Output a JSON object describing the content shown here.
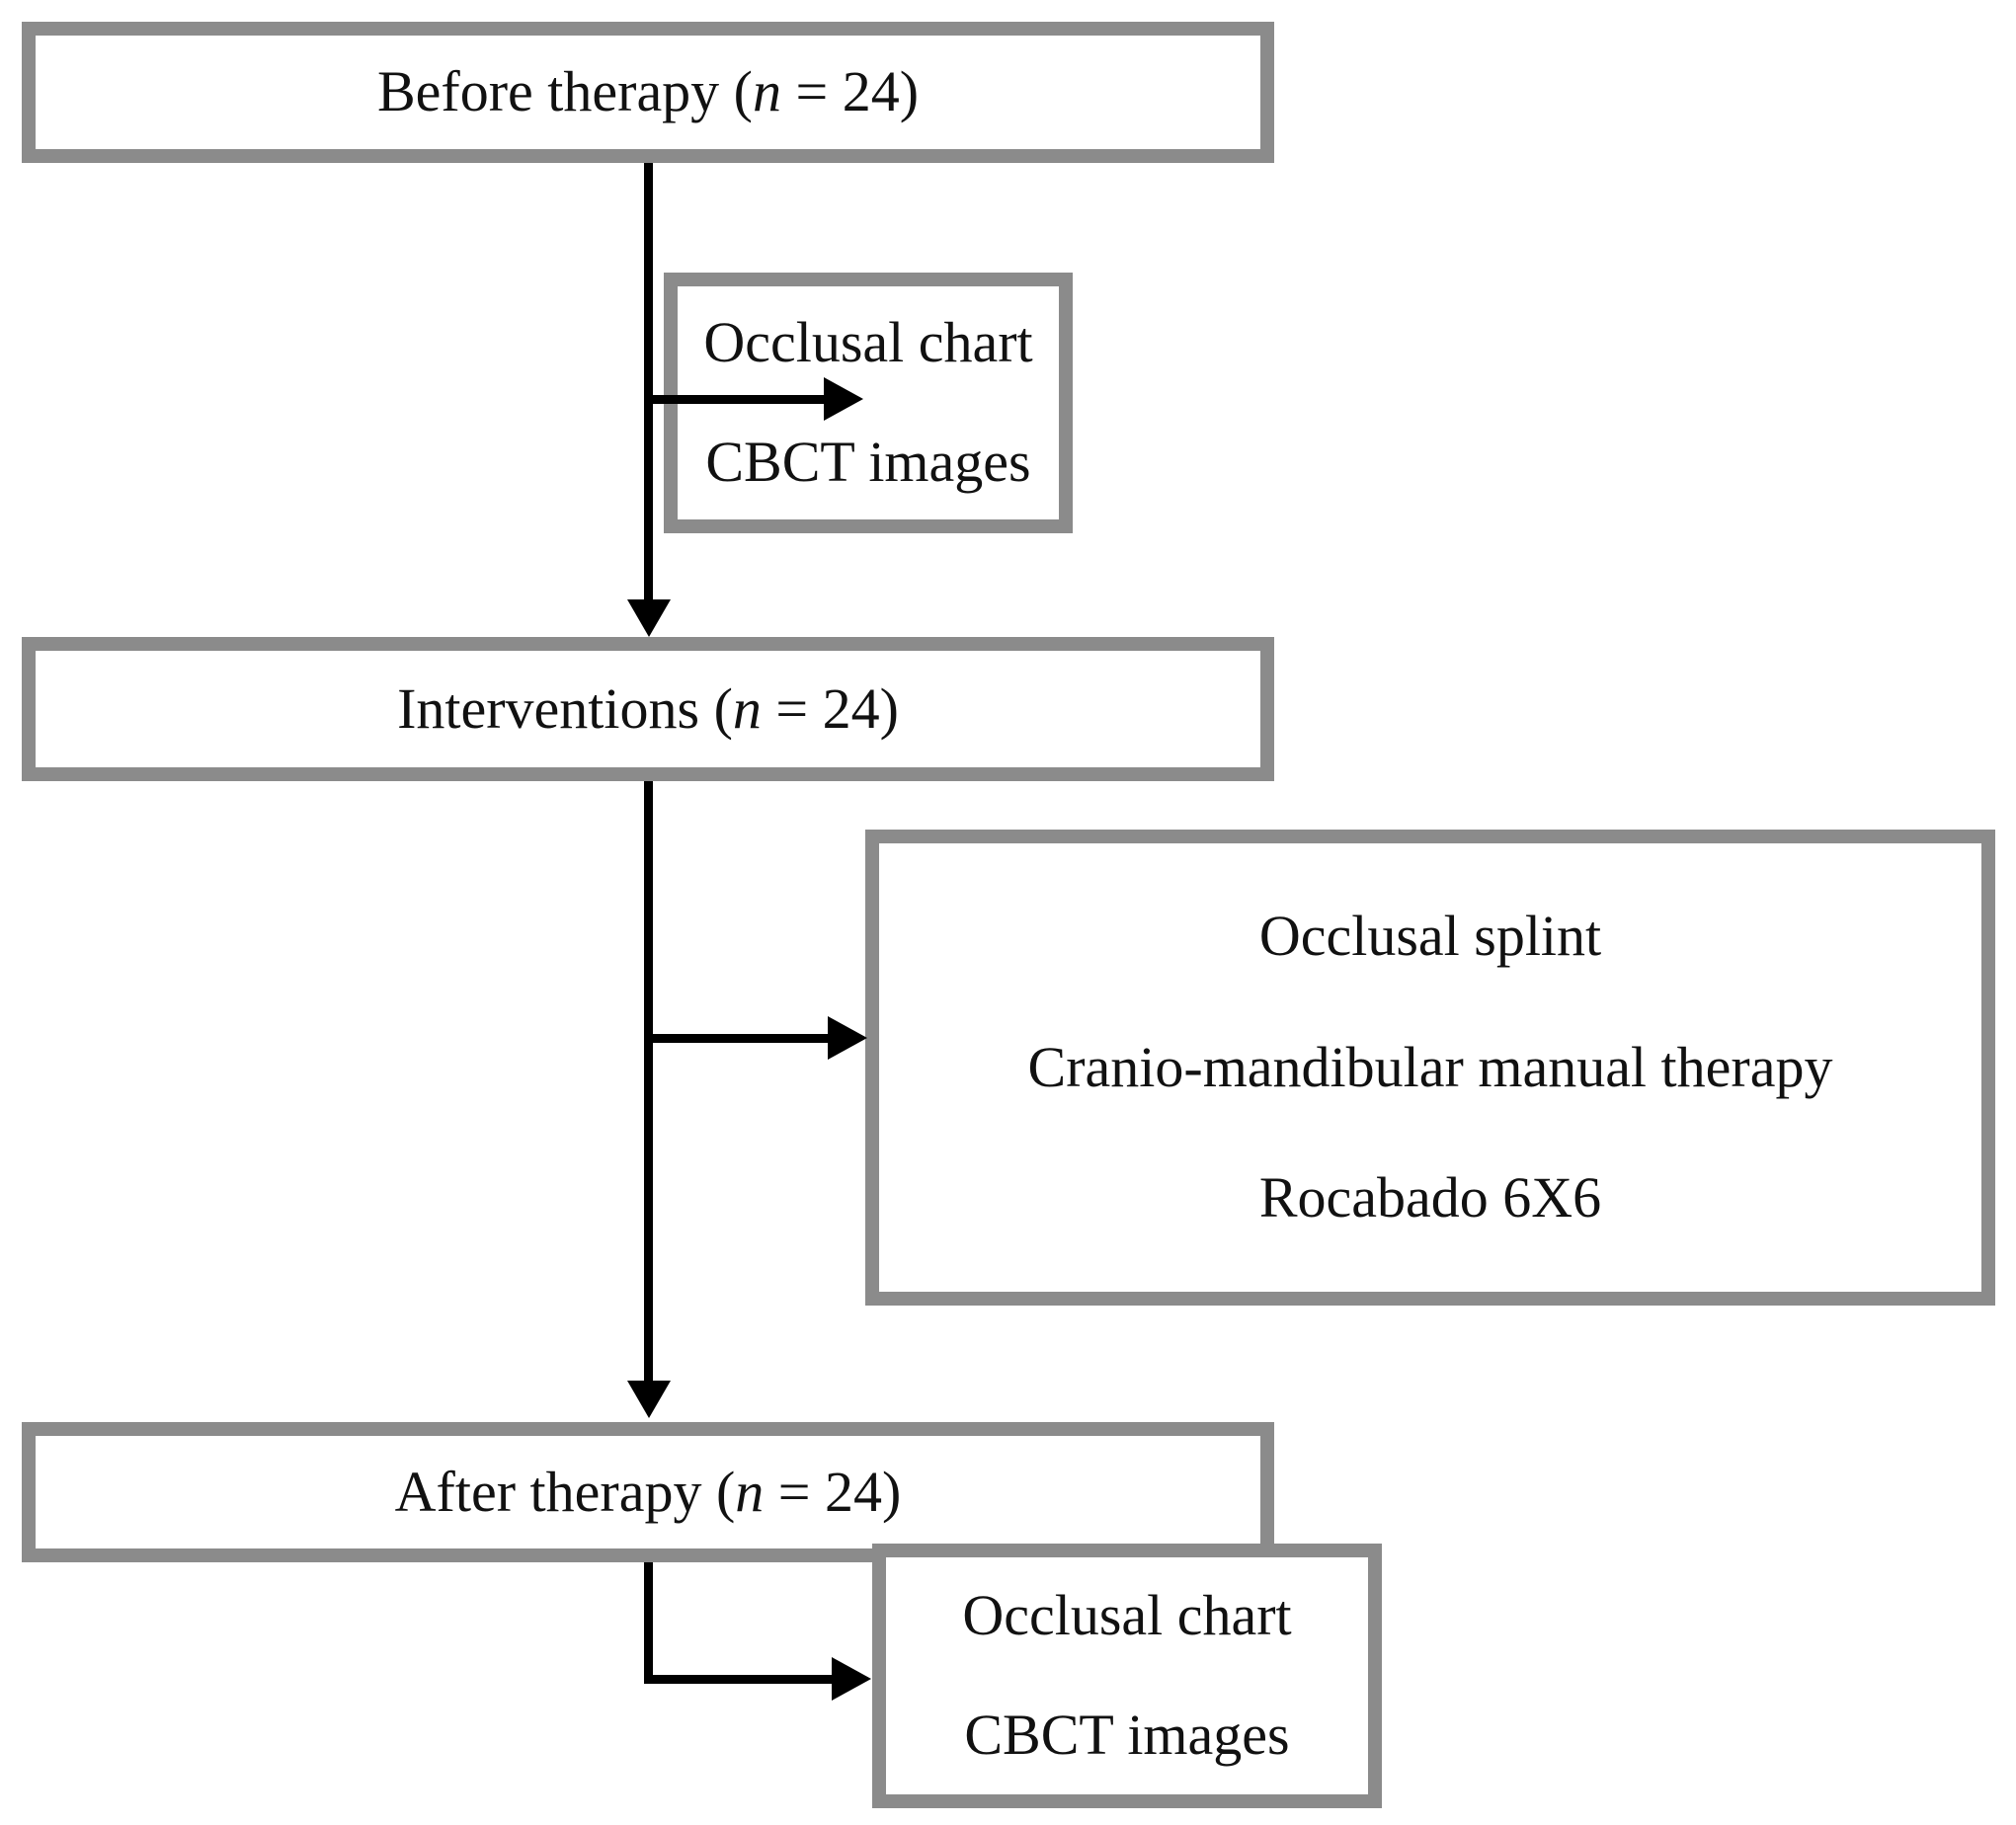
{
  "diagram": {
    "title": "Study flow diagram",
    "colors": {
      "box_border": "#8b8b8b",
      "box_fill": "#ffffff",
      "connector": "#000000",
      "text": "#111111",
      "page_background": "#ffffff"
    },
    "nodes": [
      {
        "id": "before-therapy",
        "lines": [
          "Before therapy (n = 24)"
        ],
        "label_prefix": "Before therapy (",
        "label_italic": "n",
        "label_suffix": " = 24)"
      },
      {
        "id": "before-assessments",
        "lines": [
          "Occlusal chart",
          "CBCT images"
        ]
      },
      {
        "id": "interventions",
        "lines": [
          "Interventions (n = 24)"
        ],
        "label_prefix": "Interventions (",
        "label_italic": "n",
        "label_suffix": " = 24)"
      },
      {
        "id": "intervention-list",
        "lines": [
          "Occlusal splint",
          "Cranio-mandibular manual therapy",
          "Rocabado 6X6"
        ]
      },
      {
        "id": "after-therapy",
        "lines": [
          "After therapy (n = 24)"
        ],
        "label_prefix": "After therapy (",
        "label_italic": "n",
        "label_suffix": " = 24)"
      },
      {
        "id": "after-assessments",
        "lines": [
          "Occlusal chart",
          "CBCT images"
        ]
      }
    ],
    "connectors": [
      {
        "id": "before-to-interventions",
        "type": "arrow-down"
      },
      {
        "id": "before-to-assessments",
        "type": "arrow-right"
      },
      {
        "id": "interventions-to-after",
        "type": "arrow-down"
      },
      {
        "id": "interventions-to-list",
        "type": "arrow-right"
      },
      {
        "id": "after-to-assessments",
        "type": "arrow-right"
      }
    ]
  },
  "boxes": {
    "before_therapy": {
      "prefix": "Before therapy (",
      "italic": "n",
      "suffix": " = 24)"
    },
    "before_assessments": {
      "line1": "Occlusal chart",
      "line2": "CBCT images"
    },
    "interventions": {
      "prefix": "Interventions (",
      "italic": "n",
      "suffix": " = 24)"
    },
    "intervention_list": {
      "line1": "Occlusal splint",
      "line2": "Cranio-mandibular manual therapy",
      "line3": "Rocabado 6X6"
    },
    "after_therapy": {
      "prefix": "After therapy (",
      "italic": "n",
      "suffix": " = 24)"
    },
    "after_assessments": {
      "line1": "Occlusal chart",
      "line2": "CBCT images"
    }
  }
}
